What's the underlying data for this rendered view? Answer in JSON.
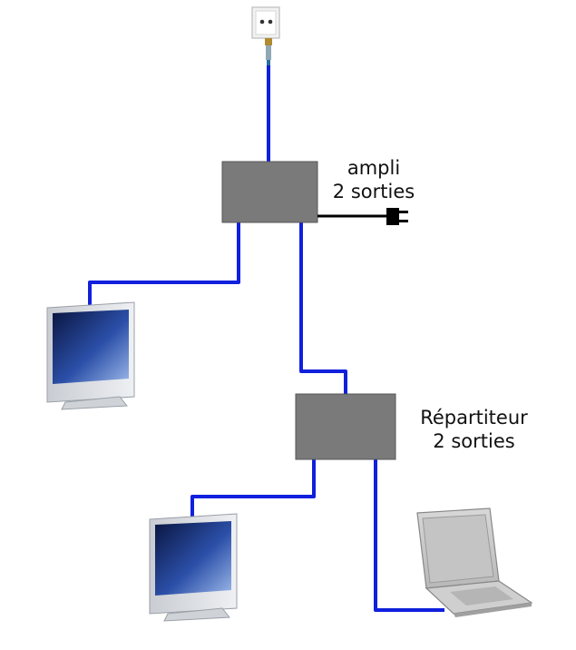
{
  "diagram": {
    "ampli_label": [
      "ampli",
      "2 sorties"
    ],
    "splitter_label": [
      "Répartiteur",
      "2 sorties"
    ],
    "colors": {
      "cable": "#1020dd",
      "box": "#7a7a7a",
      "power_cord": "#000000"
    },
    "icons": [
      "wall-socket-icon",
      "tv-monitor-icon",
      "laptop-icon",
      "power-plug-icon"
    ]
  }
}
